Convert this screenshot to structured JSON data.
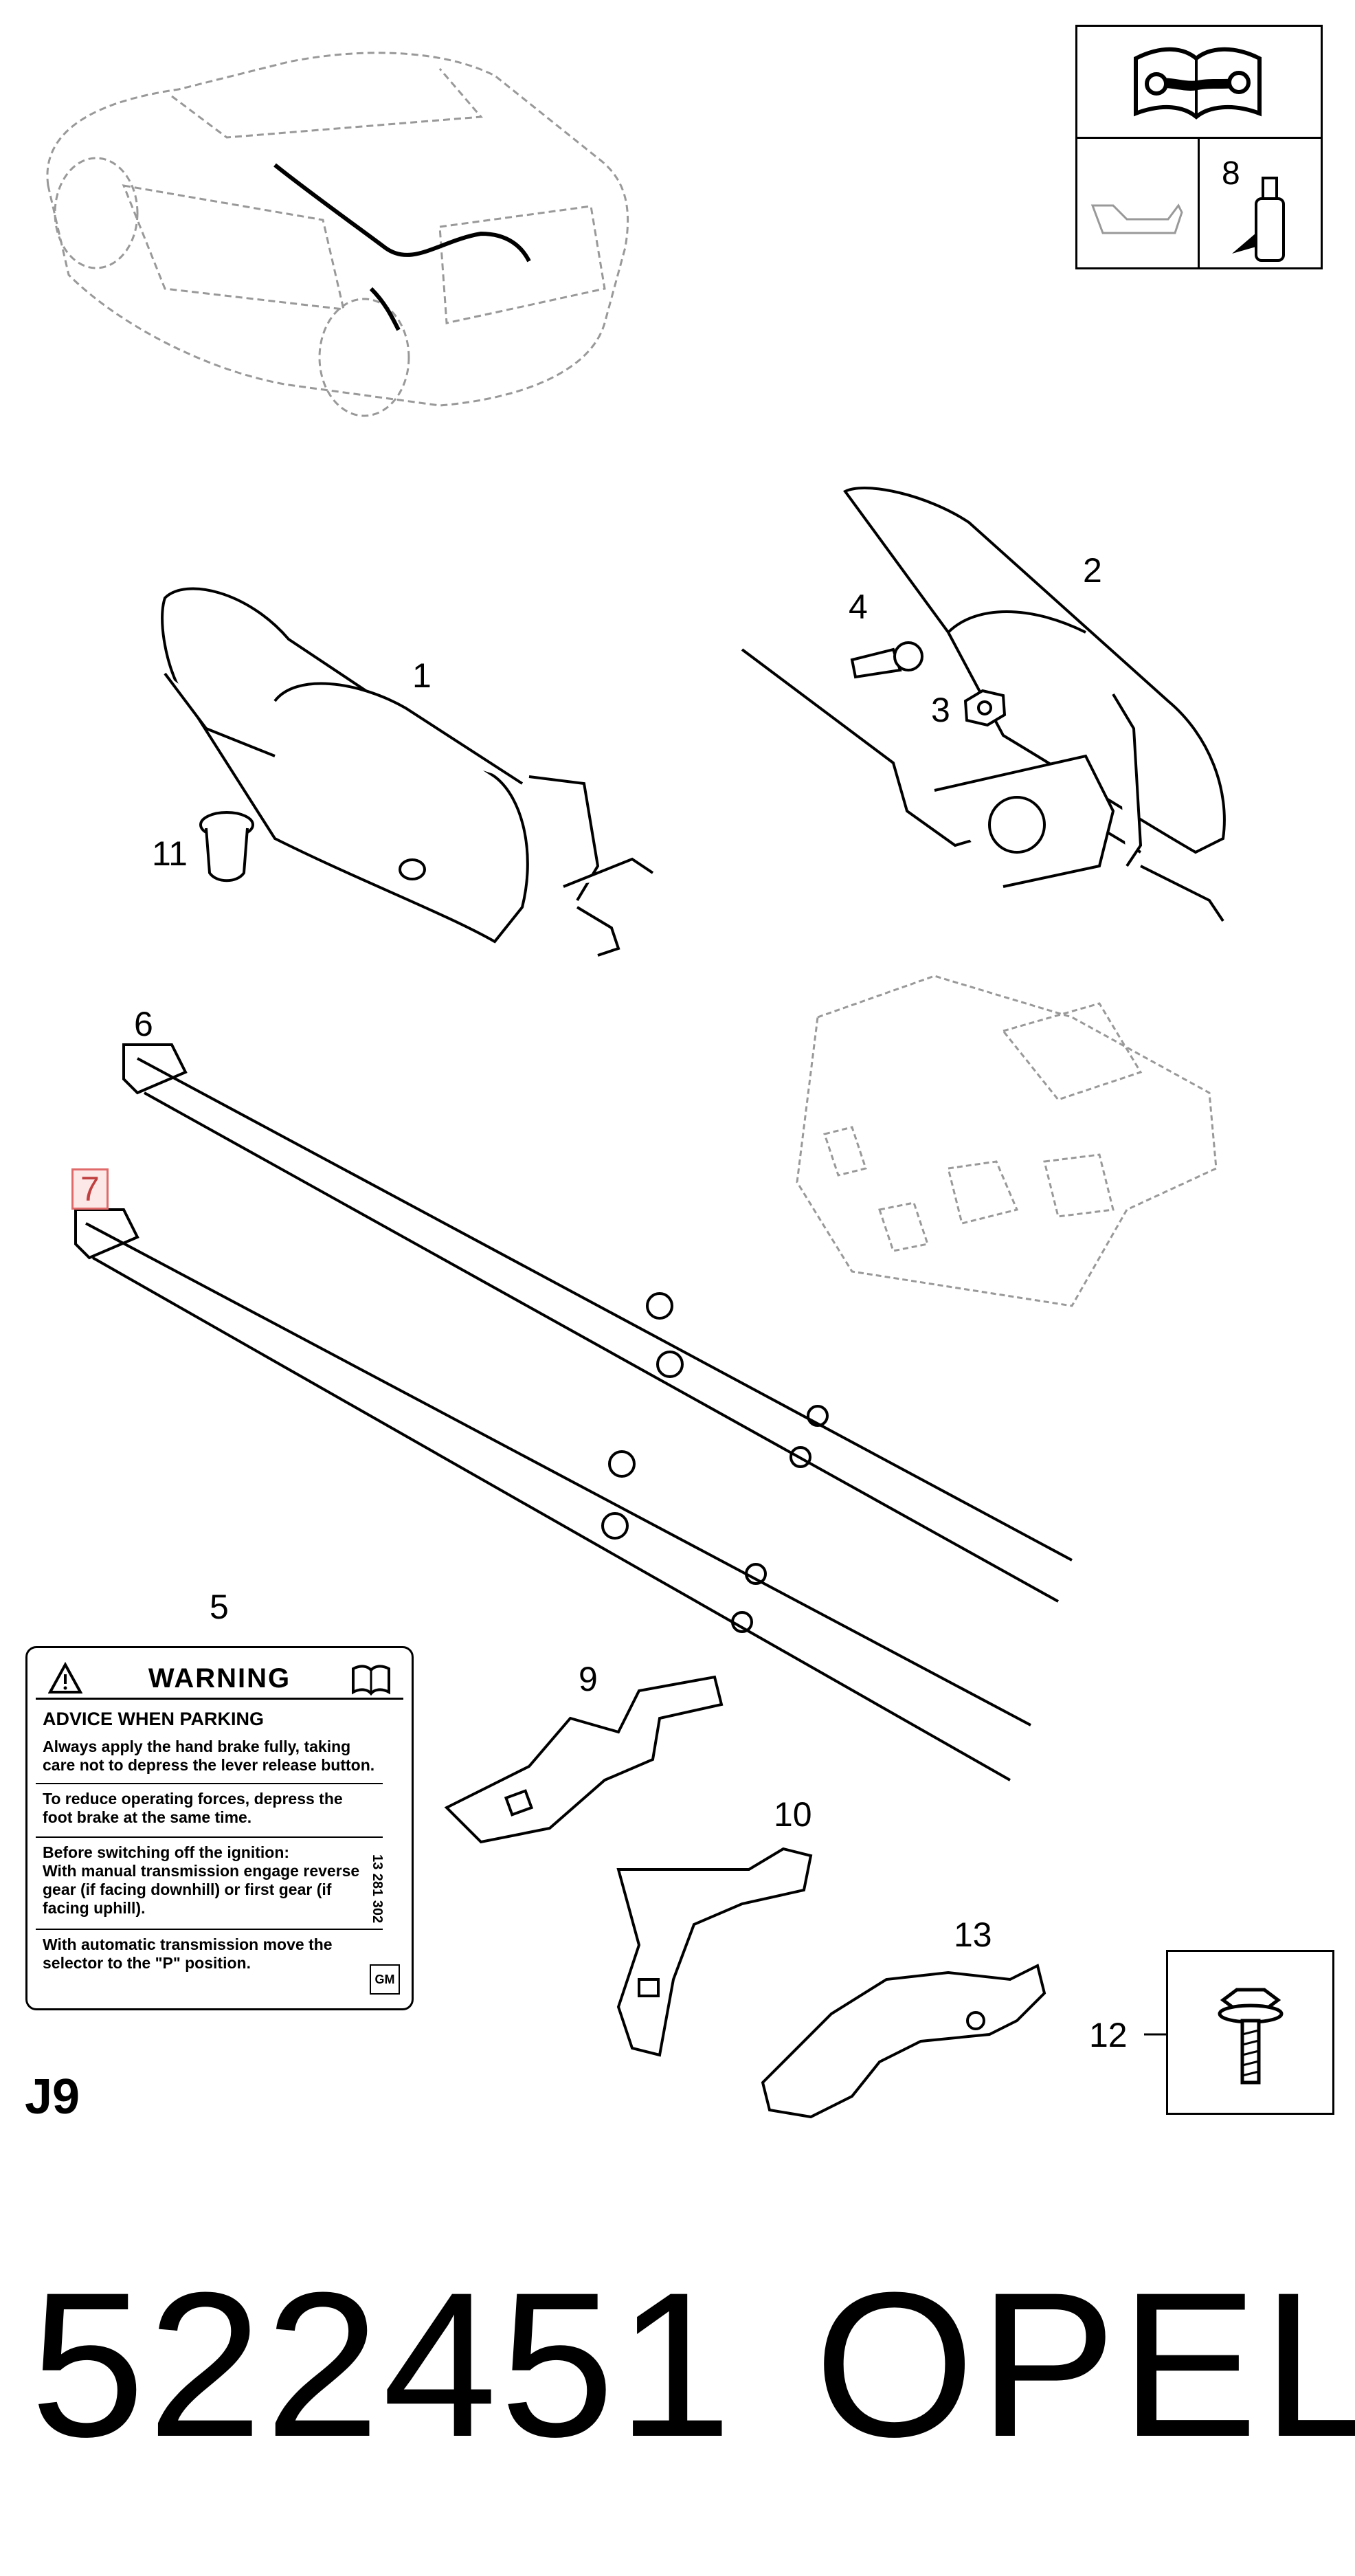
{
  "callouts": {
    "c1": "1",
    "c2": "2",
    "c3": "3",
    "c4": "4",
    "c5": "5",
    "c6": "6",
    "c7": "7",
    "c8": "8",
    "c9": "9",
    "c10": "10",
    "c11": "11",
    "c12": "12",
    "c13": "13"
  },
  "warning_label": {
    "title": "WARNING",
    "subtitle": "ADVICE WHEN PARKING",
    "paragraph_1": "Always apply the hand brake fully, taking\ncare not to depress the lever release button.",
    "paragraph_2": "To reduce operating forces, depress the\nfoot brake at the same time.",
    "paragraph_3": "Before switching off the ignition:\nWith manual transmission engage reverse\ngear (if facing downhill) or first gear (if\nfacing uphill).",
    "paragraph_4": "With automatic transmission move the\nselector to the \"P\" position.",
    "part_code": "13 281 302",
    "logo": "GM"
  },
  "section_code": "J9",
  "bottom_number": "522451",
  "bottom_brand": "OPEL",
  "colors": {
    "line": "#000000",
    "faint": "#999999",
    "highlight_border": "#e06a6a",
    "highlight_fill": "#fde8e8"
  }
}
